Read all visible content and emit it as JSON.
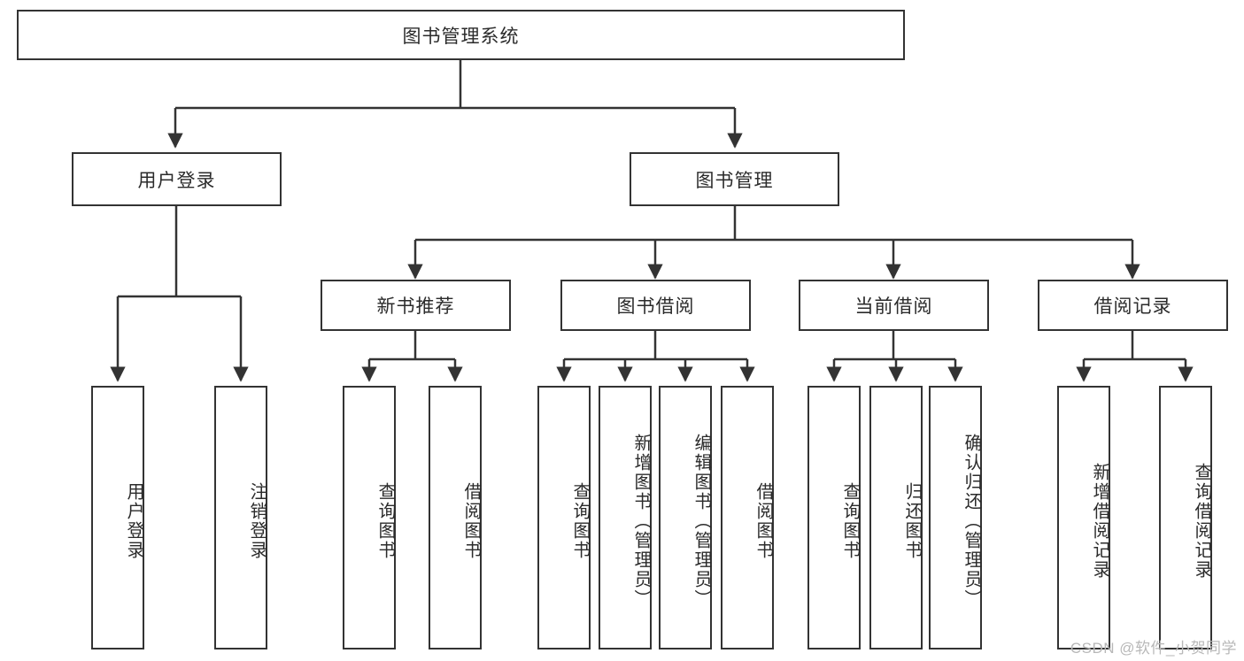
{
  "diagram": {
    "type": "tree",
    "title": "图书管理系统",
    "orientation": "top-down",
    "line_color": "#333333",
    "text_color": "#2b2b2b",
    "background": "#ffffff"
  },
  "nodes": {
    "root": {
      "label": "图书管理系统",
      "level": 0,
      "orientation": "horizontal"
    },
    "level1": [
      {
        "label": "用户登录",
        "orientation": "horizontal"
      },
      {
        "label": "图书管理",
        "orientation": "horizontal"
      }
    ],
    "level2": [
      {
        "label": "新书推荐",
        "orientation": "horizontal"
      },
      {
        "label": "图书借阅",
        "orientation": "horizontal"
      },
      {
        "label": "当前借阅",
        "orientation": "horizontal"
      },
      {
        "label": "借阅记录",
        "orientation": "horizontal"
      }
    ],
    "leaves": {
      "user_login": [
        {
          "label": "用户登录",
          "orientation": "vertical"
        },
        {
          "label": "注销登录",
          "orientation": "vertical"
        }
      ],
      "new_book_recommend": [
        {
          "label": "查询图书",
          "orientation": "vertical"
        },
        {
          "label": "借阅图书",
          "orientation": "vertical"
        }
      ],
      "book_borrow": [
        {
          "label": "查询图书",
          "orientation": "vertical"
        },
        {
          "label": "新增图书（管理员）",
          "orientation": "vertical"
        },
        {
          "label": "编辑图书（管理员）",
          "orientation": "vertical"
        },
        {
          "label": "借阅图书",
          "orientation": "vertical"
        }
      ],
      "current_borrow": [
        {
          "label": "查询图书",
          "orientation": "vertical"
        },
        {
          "label": "归还图书",
          "orientation": "vertical"
        },
        {
          "label": "确认归还（管理员）",
          "orientation": "vertical"
        }
      ],
      "borrow_record": [
        {
          "label": "新增借阅记录",
          "orientation": "vertical"
        },
        {
          "label": "查询借阅记录",
          "orientation": "vertical"
        }
      ]
    }
  },
  "watermark": {
    "text": "CSDN @软件_小贺同学"
  }
}
